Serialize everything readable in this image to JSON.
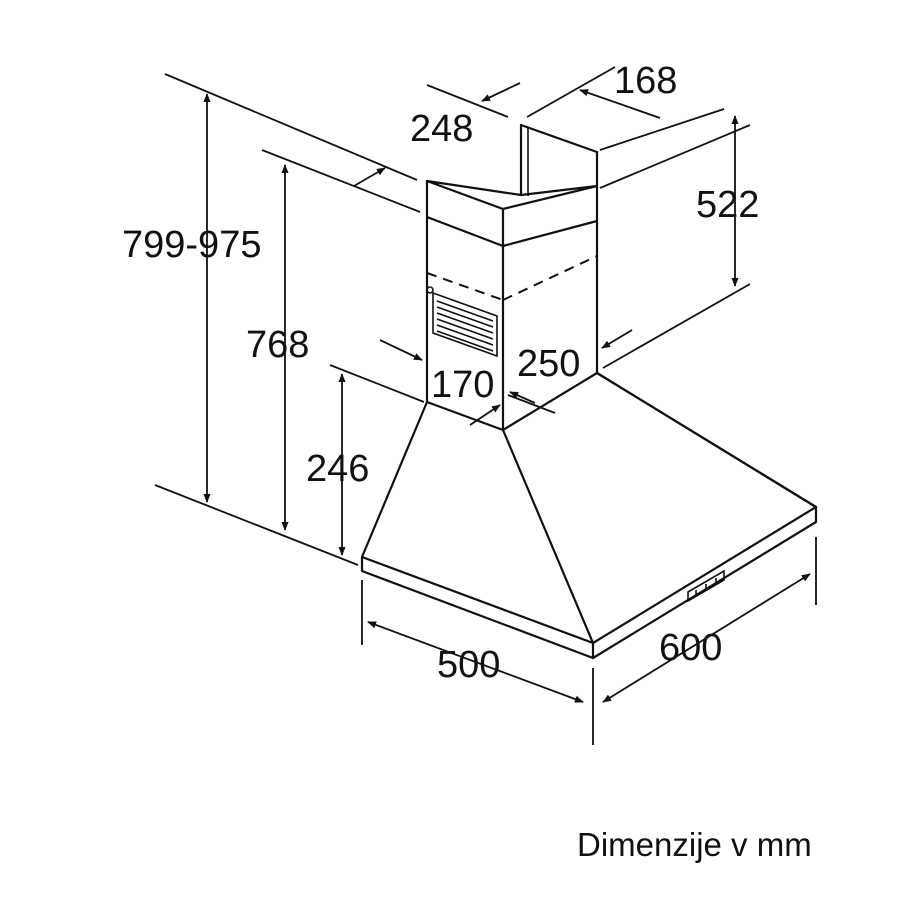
{
  "caption": "Dimenzije v mm",
  "dimensions": {
    "total_height": "799-975",
    "chimney_top_depth": "248",
    "chimney_top_width": "168",
    "chimney_height": "522",
    "hood_height": "768",
    "lower_chimney_depth": "170",
    "lower_chimney_width": "250",
    "canopy_height": "246",
    "canopy_depth": "500",
    "canopy_width": "600"
  }
}
